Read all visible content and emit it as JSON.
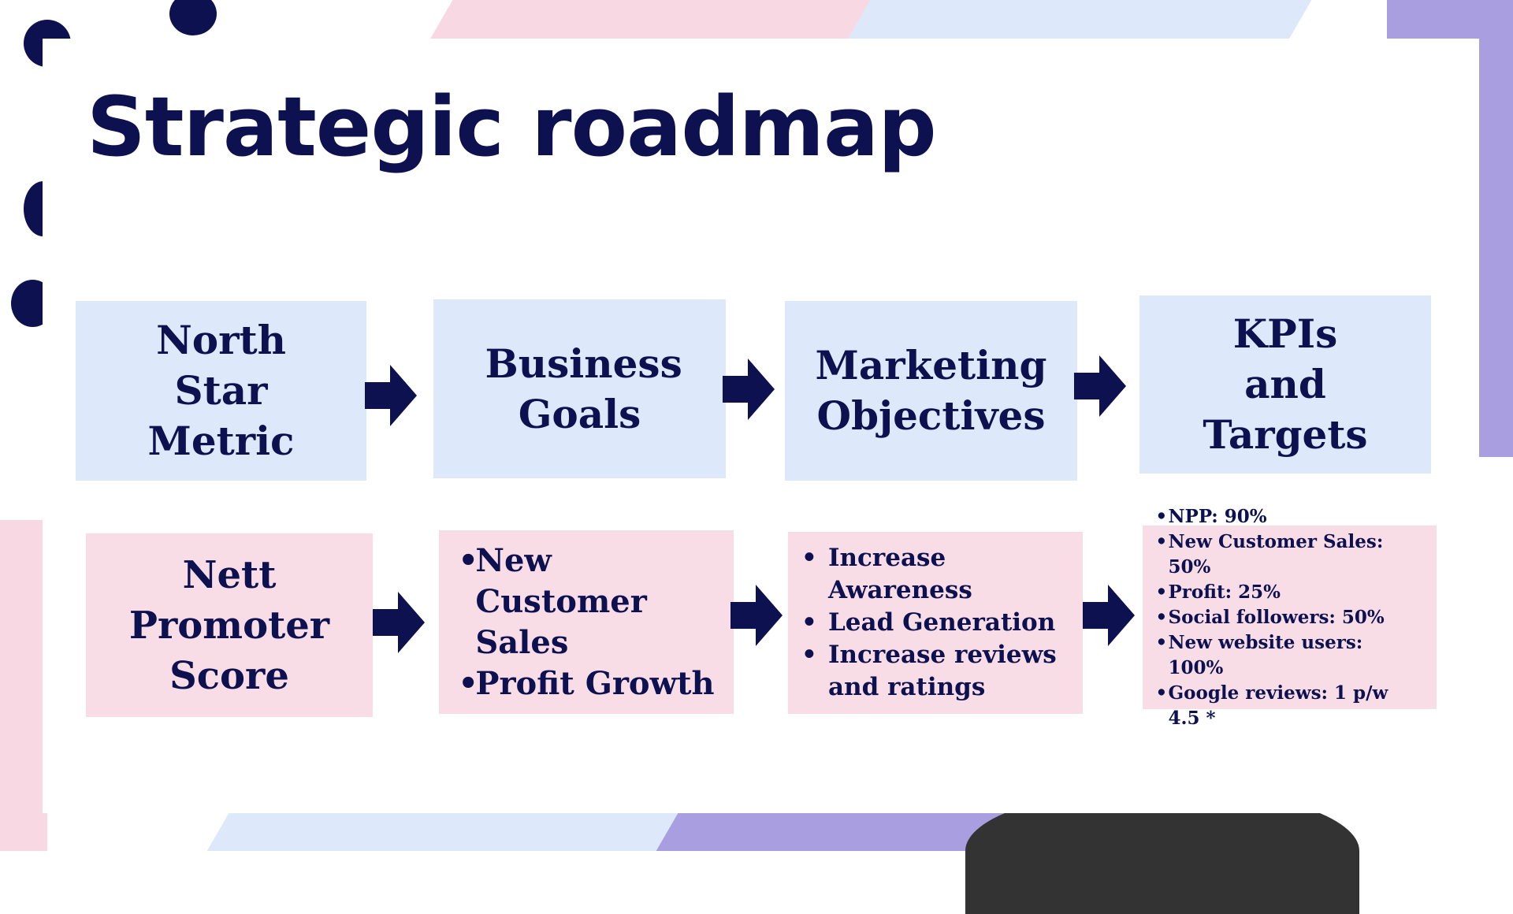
{
  "title": "Strategic roadmap",
  "top_row": [
    {
      "label": "North Star Metric"
    },
    {
      "label": "Business Goals"
    },
    {
      "label": "Marketing Objectives"
    },
    {
      "label": "KPIs and Targets"
    }
  ],
  "bottom_row": {
    "north_star": "Nett Promoter Score",
    "business_goals": [
      "New Customer Sales",
      "Profit Growth"
    ],
    "marketing_objectives": [
      "Increase Awareness",
      "Lead Generation",
      "Increase reviews and ratings"
    ],
    "kpis": [
      "NPP: 90%",
      "New Customer Sales: 50%",
      "Profit: 25%",
      "Social followers: 50%",
      "New website users: 100%",
      "Google reviews: 1 p/w 4.5 *"
    ]
  },
  "colors": {
    "navy": "#0d1150",
    "blue_box": "#dde9fb",
    "pink_box": "#f8dde6",
    "purple": "#a99ee0"
  }
}
